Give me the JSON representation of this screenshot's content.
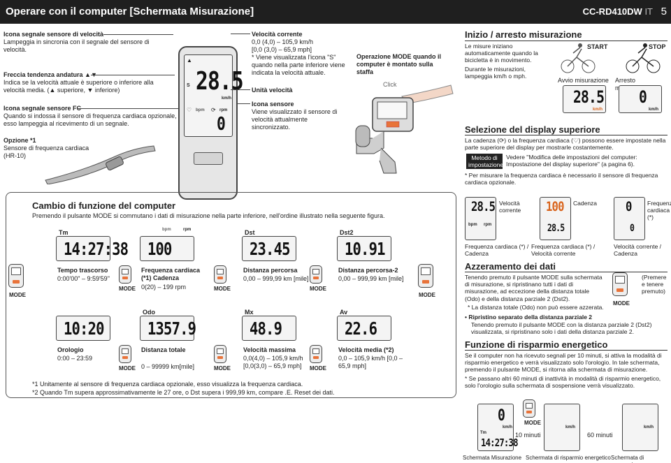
{
  "header": {
    "title": "Operare con il computer [Schermata Misurazione]",
    "model": "CC-RD410DW",
    "lang": "IT",
    "page": "5"
  },
  "left": {
    "speed_icon_title": "Icona segnale sensore di velocità",
    "speed_icon_text": "Lampeggia in sincronia con il segnale del sensore di velocità.",
    "arrow_title": "Freccia tendenza andatura ▲▼",
    "arrow_text_1": "Indica se la velocità attuale è superiore o inferiore alla",
    "arrow_text_2": "velocità media. (▲ superiore, ▼ inferiore)",
    "fc_title": "Icona segnale sensore FC",
    "fc_text": "Quando si indossa il sensore di frequenza cardiaca opzionale, esso lampeggia al ricevimento di un segnale.",
    "option_title": "Opzione *1",
    "option_text_1": "Sensore di frequenza cardiaca",
    "option_text_2": "(HR-10)"
  },
  "device": {
    "speed": "28.5",
    "speed_unit": "km/h",
    "bpm_label": "bpm",
    "rpm_label": "rpm",
    "cadence": "0",
    "s_label": "S"
  },
  "middle": {
    "vel_title": "Velocità corrente",
    "vel_line1": "0,0 (4,0) – 105,9 km/h",
    "vel_line2": "[0,0 (3,0) – 65,9 mph]",
    "vel_note": "* Viene visualizzata l'icona \"S\" quando nella parte inferiore viene indicata la velocità attuale.",
    "unit_title": "Unità velocità",
    "sensor_title": "Icona sensore",
    "sensor_text": "Viene visualizzato il sensore di velocità attualmente sincronizzato.",
    "mode_op": "Operazione MODE quando il computer è montato sulla staffa",
    "click": "Click"
  },
  "start_stop": {
    "title": "Inizio / arresto misurazione",
    "text1": "Le misure iniziano automaticamente quando la bicicletta è in movimento.",
    "text2": "Durante le misurazioni, lampeggia km/h o mph.",
    "start": "START",
    "stop": "STOP",
    "avvio": "Avvio misurazione",
    "arresto": "Arresto misurazione",
    "avvio_value": "28.5",
    "arresto_value": "0",
    "unit": "km/h"
  },
  "upper_display": {
    "title": "Selezione del display superiore",
    "text": "La cadenza (⟳) o la frequenza cardiaca (♡) possono essere impostate nella parte superiore del display per mostrarle costantemente.",
    "method_tag": "Metodo di impostazione",
    "method_text": "Vedere \"Modifica delle impostazioni del computer: Impostazione del display superiore\" (a pagina 6).",
    "note": "* Per misurare la frequenza cardiaca è necessario il sensore di frequenza cardiaca opzionale.",
    "d1_label_top": "Velocità corrente",
    "d2_label_top": "Cadenza",
    "d3_label_top": "Frequenza cardiaca (*)",
    "d1_caption": "Frequenza cardiaca (*) / Cadenza",
    "d2_caption": "Frequenza cardiaca (*) / Velocità corrente",
    "d3_caption": "Velocità corrente / Cadenza",
    "d1_big": "28.5",
    "d2_big": "100",
    "d3_big": "0",
    "d1_bpm": "bpm",
    "d1_rpm": "rpm",
    "d2_small": "28.5",
    "d3_small": "0"
  },
  "reset": {
    "title": "Azzeramento dei dati",
    "text": "Tenendo premuto il pulsante MODE sulla schermata di misurazione, si ripristinano tutti i dati di misurazione, ad eccezione della distanza totale (Odo) e della distanza parziale 2 (Dst2).",
    "note": "* La distanza totale (Odo) non può essere azzerata.",
    "pressed": "(Premere e tenere premuto)",
    "mode": "MODE",
    "sep_title": "Ripristino separato della distanza parziale 2",
    "sep_text": "Tenendo premuto il pulsante MODE con la distanza parziale 2 (Dst2) visualizzata, si ripristinano solo i dati della distanza parziale 2."
  },
  "power": {
    "title": "Funzione di risparmio energetico",
    "text": "Se il computer non ha ricevuto segnali per 10 minuti, si attiva la modalità di risparmio energetico e verrà visualizzato solo l'orologio. In tale schermata, premendo il pulsante MODE, si ritorna alla schermata di misurazione.",
    "note": "* Se passano altri 60 minuti di inattività in modalità di risparmio energetico, solo l'orologio sulla schermata di sospensione verrà visualizzato.",
    "ten": "10 minuti",
    "sixty": "60 minuti",
    "cap1": "Schermata Misurazione",
    "cap2": "Schermata di risparmio energetico",
    "cap3": "Schermata di sospensione",
    "mode": "MODE",
    "lcd_speed": "0",
    "lcd_tm_label": "Tm",
    "lcd_tm_value": "14:27:38",
    "lcd_unit": "km/h"
  },
  "func": {
    "title": "Cambio di funzione del computer",
    "subtitle": "Premendo il pulsante MODE si commutano i dati di misurazione nella parte inferiore, nell'ordine illustrato nella seguente figura.",
    "mode": "MODE",
    "items": [
      {
        "tag": "Tm",
        "value": "14:27:38",
        "title": "Tempo trascorso",
        "range": "0:00'00\" – 9:59'59\""
      },
      {
        "tag": "",
        "value": "100",
        "title": "Frequenza cardiaca (*1) Cadenza",
        "range": "0(20) – 199 rpm",
        "bpm": "bpm",
        "rpm": "rpm"
      },
      {
        "tag": "Dst",
        "value": "23.45",
        "title": "Distanza percorsa",
        "range": "0,00 – 999,99 km [mile]"
      },
      {
        "tag": "Dst2",
        "value": "10.91",
        "title": "Distanza percorsa-2",
        "range": "0,00 – 999,99 km [mile]"
      },
      {
        "tag": "",
        "value": "10:20",
        "title": "Orologio",
        "range": "0:00 – 23:59"
      },
      {
        "tag": "Odo",
        "value": "1357.9",
        "title": "Distanza totale",
        "range": "0 – 99999 km[mile]"
      },
      {
        "tag": "Mx",
        "value": "48.9",
        "title": "Velocità massima",
        "range": "0,0(4,0) – 105,9 km/h [0,0(3,0) – 65,9 mph]"
      },
      {
        "tag": "Av",
        "value": "22.6",
        "title": "Velocità media (*2)",
        "range": "0,0 – 105,9 km/h [0,0 – 65,9 mph]"
      }
    ],
    "foot1": "*1  Unitamente al sensore di frequenza cardiaca opzionale, esso visualizza la frequenza cardiaca.",
    "foot2": "*2  Quando Tm supera approssimativamente le 27 ore, o Dst supera i 999,99 km, compare .E. Reset dei dati."
  }
}
